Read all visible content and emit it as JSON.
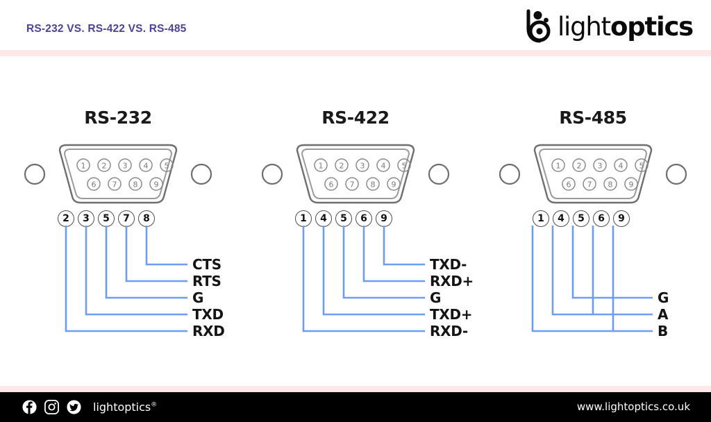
{
  "header": {
    "title": "RS-232 VS. RS-422 VS. RS-485",
    "title_color": "#4a4398",
    "logo_text_light": "light",
    "logo_text_optics": "optics",
    "logo_mark_name": "lightoptics-monogram"
  },
  "footer": {
    "brand": "lightoptics",
    "brand_mark": "®",
    "url": "www.lightoptics.co.uk",
    "social": [
      "facebook-icon",
      "instagram-icon",
      "twitter-icon"
    ],
    "background": "#000000"
  },
  "style": {
    "accent_pink": "#fce8e8",
    "leader_blue": "#6d9cf3",
    "connector_gray": "#6e6e6e"
  },
  "connector": {
    "type": "DE-9",
    "pins_top": [
      "1",
      "2",
      "3",
      "4",
      "5"
    ],
    "pins_bottom": [
      "6",
      "7",
      "8",
      "9"
    ]
  },
  "panels": [
    {
      "title": "RS-232",
      "callout_pins": [
        "2",
        "3",
        "5",
        "7",
        "8"
      ],
      "labels": [
        "CTS",
        "RTS",
        "G",
        "TXD",
        "RXD"
      ],
      "pin_to_label": [
        {
          "pin": "8",
          "label": "CTS"
        },
        {
          "pin": "7",
          "label": "RTS"
        },
        {
          "pin": "5",
          "label": "G"
        },
        {
          "pin": "3",
          "label": "TXD"
        },
        {
          "pin": "2",
          "label": "RXD"
        }
      ]
    },
    {
      "title": "RS-422",
      "callout_pins": [
        "1",
        "4",
        "5",
        "6",
        "9"
      ],
      "labels": [
        "TXD-",
        "RXD+",
        "G",
        "TXD+",
        "RXD-"
      ],
      "pin_to_label": [
        {
          "pin": "9",
          "label": "TXD-"
        },
        {
          "pin": "6",
          "label": "RXD+"
        },
        {
          "pin": "5",
          "label": "G"
        },
        {
          "pin": "4",
          "label": "TXD+"
        },
        {
          "pin": "1",
          "label": "RXD-"
        }
      ]
    },
    {
      "title": "RS-485",
      "callout_pins": [
        "1",
        "4",
        "5",
        "6",
        "9"
      ],
      "labels": [
        "G",
        "A",
        "B"
      ],
      "pin_to_label": [
        {
          "pin": "5",
          "label": "G"
        },
        {
          "pin": "6",
          "label": "A"
        },
        {
          "pin": "9",
          "label": "B"
        },
        {
          "pin": "4",
          "label": "A"
        },
        {
          "pin": "1",
          "label": "B"
        }
      ]
    }
  ]
}
